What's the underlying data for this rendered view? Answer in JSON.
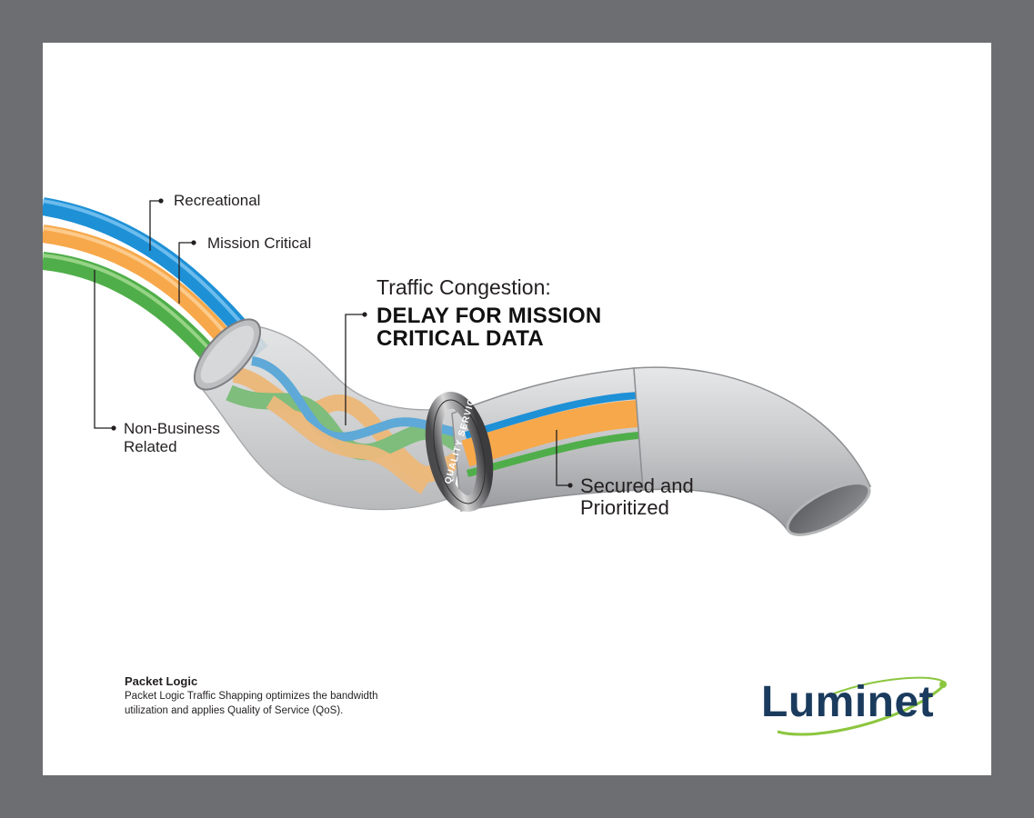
{
  "labels": {
    "recreational": "Recreational",
    "mission_critical": "Mission Critical",
    "non_business_line1": "Non-Business",
    "non_business_line2": "Related",
    "secured_line1": "Secured and",
    "secured_line2": "Prioritized"
  },
  "congestion": {
    "title": "Traffic Congestion:",
    "headline_line1": "DELAY FOR MISSION",
    "headline_line2": "CRITICAL DATA"
  },
  "ring": {
    "text": "QUALITY SERVICE"
  },
  "caption": {
    "title": "Packet Logic",
    "body": "Packet Logic Traffic Shapping optimizes the bandwidth utilization and applies Quality of Service (QoS)."
  },
  "logo": {
    "text": "Luminet"
  },
  "colors": {
    "frame": "#6d6e71",
    "blue": "#1e90d6",
    "orange": "#f7a84a",
    "green": "#4fae4a",
    "pipe": "#c7c8ca",
    "logo_navy": "#1a3b5d",
    "logo_green": "#8cc63f"
  }
}
